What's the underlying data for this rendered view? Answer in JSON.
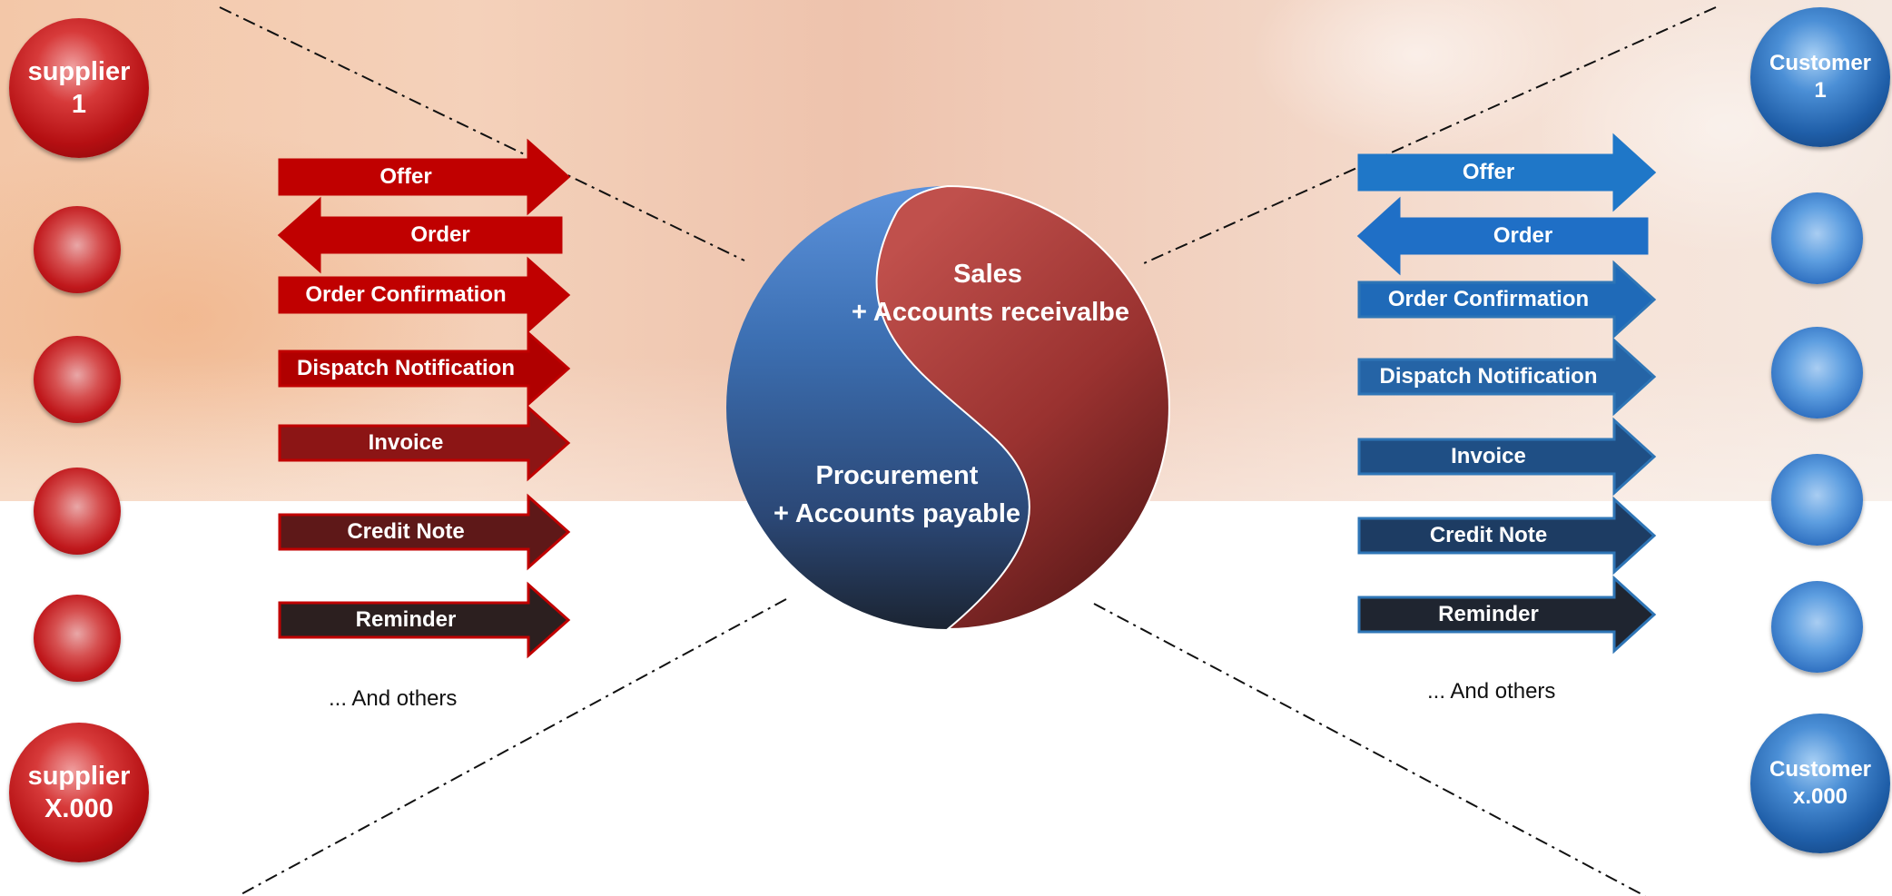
{
  "colors": {
    "red_primary": "#c00000",
    "blue_primary": "#1f6fc6",
    "dark": "#262626"
  },
  "supplier_first": {
    "line1": "supplier",
    "line2": "1"
  },
  "supplier_last": {
    "line1": "supplier",
    "line2": "X.000"
  },
  "customer_first": {
    "line1": "Customer",
    "line2": "1"
  },
  "customer_last": {
    "line1": "Customer",
    "line2": "x.000"
  },
  "left_documents": [
    {
      "label": "Offer",
      "direction": "right"
    },
    {
      "label": "Order",
      "direction": "left"
    },
    {
      "label": "Order Confirmation",
      "direction": "right"
    },
    {
      "label": "Dispatch Notification",
      "direction": "right"
    },
    {
      "label": "Invoice",
      "direction": "right"
    },
    {
      "label": "Credit Note",
      "direction": "right"
    },
    {
      "label": "Reminder",
      "direction": "right"
    }
  ],
  "right_documents": [
    {
      "label": "Offer",
      "direction": "right"
    },
    {
      "label": "Order",
      "direction": "left"
    },
    {
      "label": "Order Confirmation",
      "direction": "right"
    },
    {
      "label": "Dispatch Notification",
      "direction": "right"
    },
    {
      "label": "Invoice",
      "direction": "right"
    },
    {
      "label": "Credit Note",
      "direction": "right"
    },
    {
      "label": "Reminder",
      "direction": "right"
    }
  ],
  "left_others": "... And others",
  "right_others": "... And others",
  "center": {
    "top_line1": "Sales",
    "top_line2": "+ Accounts receivalbe",
    "bottom_line1": "Procurement",
    "bottom_line2": "+ Accounts payable"
  }
}
